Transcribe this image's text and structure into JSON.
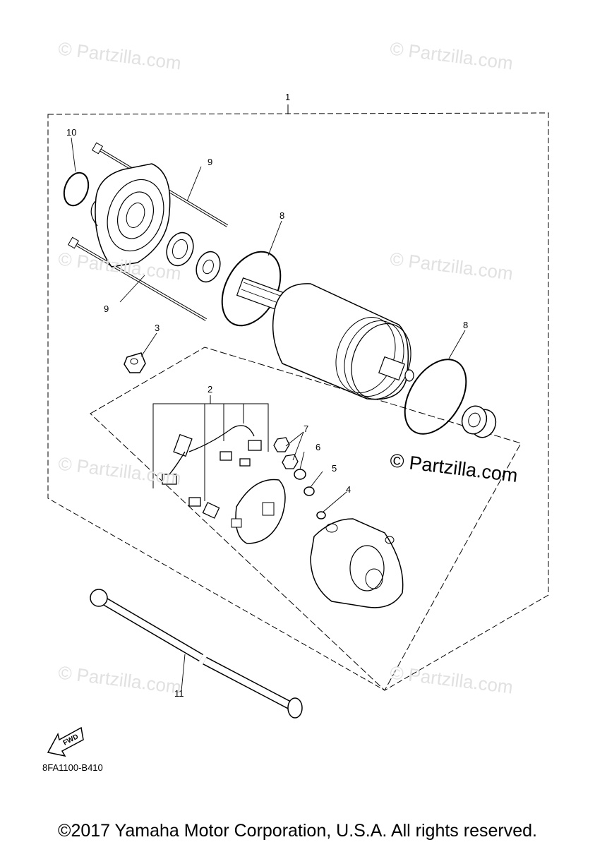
{
  "watermark_text": "© Partzilla.com",
  "brand_text": "© Partzilla.com",
  "callouts": {
    "c1": "1",
    "c2": "2",
    "c3": "3",
    "c4": "4",
    "c5": "5",
    "c6": "6",
    "c7": "7",
    "c8a": "8",
    "c8b": "8",
    "c9a": "9",
    "c9b": "9",
    "c10": "10",
    "c11": "11"
  },
  "fwd_label": "FWD",
  "diagram_code": "8FA1100-B410",
  "copyright": "©2017 Yamaha Motor Corporation, U.S.A. All rights reserved."
}
